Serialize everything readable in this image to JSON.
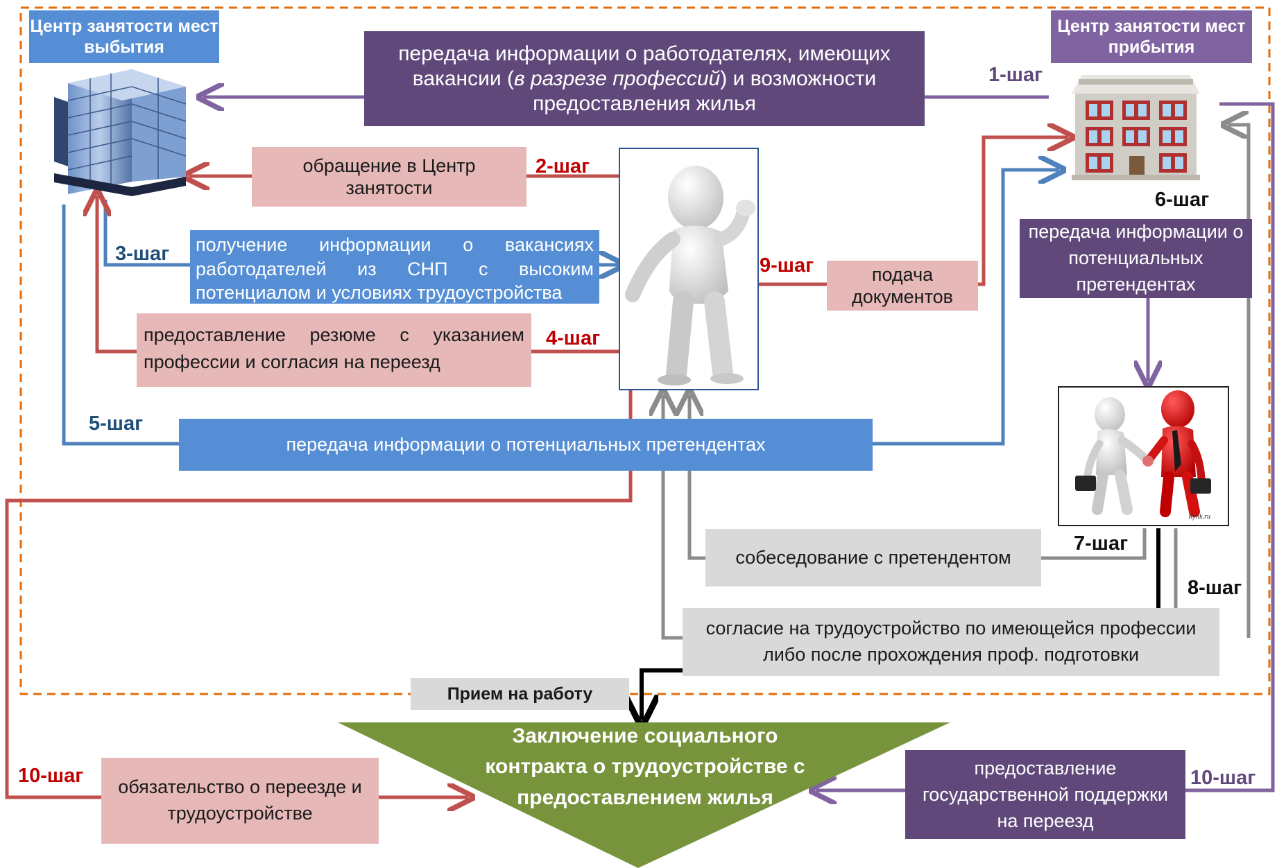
{
  "headers": {
    "left": "Центр занятости мест выбытия",
    "right": "Центр занятости мест прибытия"
  },
  "steps": {
    "s1": "1-шаг",
    "s2": "2-шаг",
    "s3": "3-шаг",
    "s4": "4-шаг",
    "s5": "5-шаг",
    "s6": "6-шаг",
    "s7": "7-шаг",
    "s8": "8-шаг",
    "s9": "9-шаг",
    "s10_left": "10-шаг",
    "s10_right": "10-шаг"
  },
  "boxes": {
    "top_pre": "передача информации о работодателях, имеющих вакансии (",
    "top_italic": "в разрезе профессий",
    "top_post": ") и возможности предоставления жилья",
    "appeal": "обращение в Центр занятости",
    "vacancy_info": "получение информации о вакансиях работодателей из СНП с высоким потенциалом и условиях трудоустройства",
    "resume": "предоставление резюме с указанием профессии и  согласия на переезд",
    "candidates_wide": "передача информации о потенциальных претендентах",
    "documents": "подача документов",
    "candidates_right": "передача информации о потенциальных претендентах",
    "interview": "собеседование с претендентом",
    "consent": "согласие на трудоустройство по имеющейся профессии либо после прохождения проф. подготовки",
    "hiring": "Прием на работу",
    "contract": "Заключение социального контракта о трудоустройстве с предоставлением жилья",
    "obligation": "обязательство о переезде и трудоустройстве",
    "support": "предоставление государственной поддержки на  переезд"
  },
  "watermark": "Rylik.ru",
  "icons": [
    "office-building-icon",
    "government-building-icon",
    "person-figure-icon",
    "handshake-icon"
  ],
  "colors": {
    "purple": "#60497a",
    "arrow_purple": "#8064a2",
    "red": "#c0504d",
    "blue": "#4f81bd",
    "grey": "#8c8c8c",
    "green": "#77933c",
    "dashed_border": "#e46c0a",
    "pink_box": "#e6b9b8",
    "blue_box": "#558ed5",
    "grey_box": "#d9d9d9"
  }
}
